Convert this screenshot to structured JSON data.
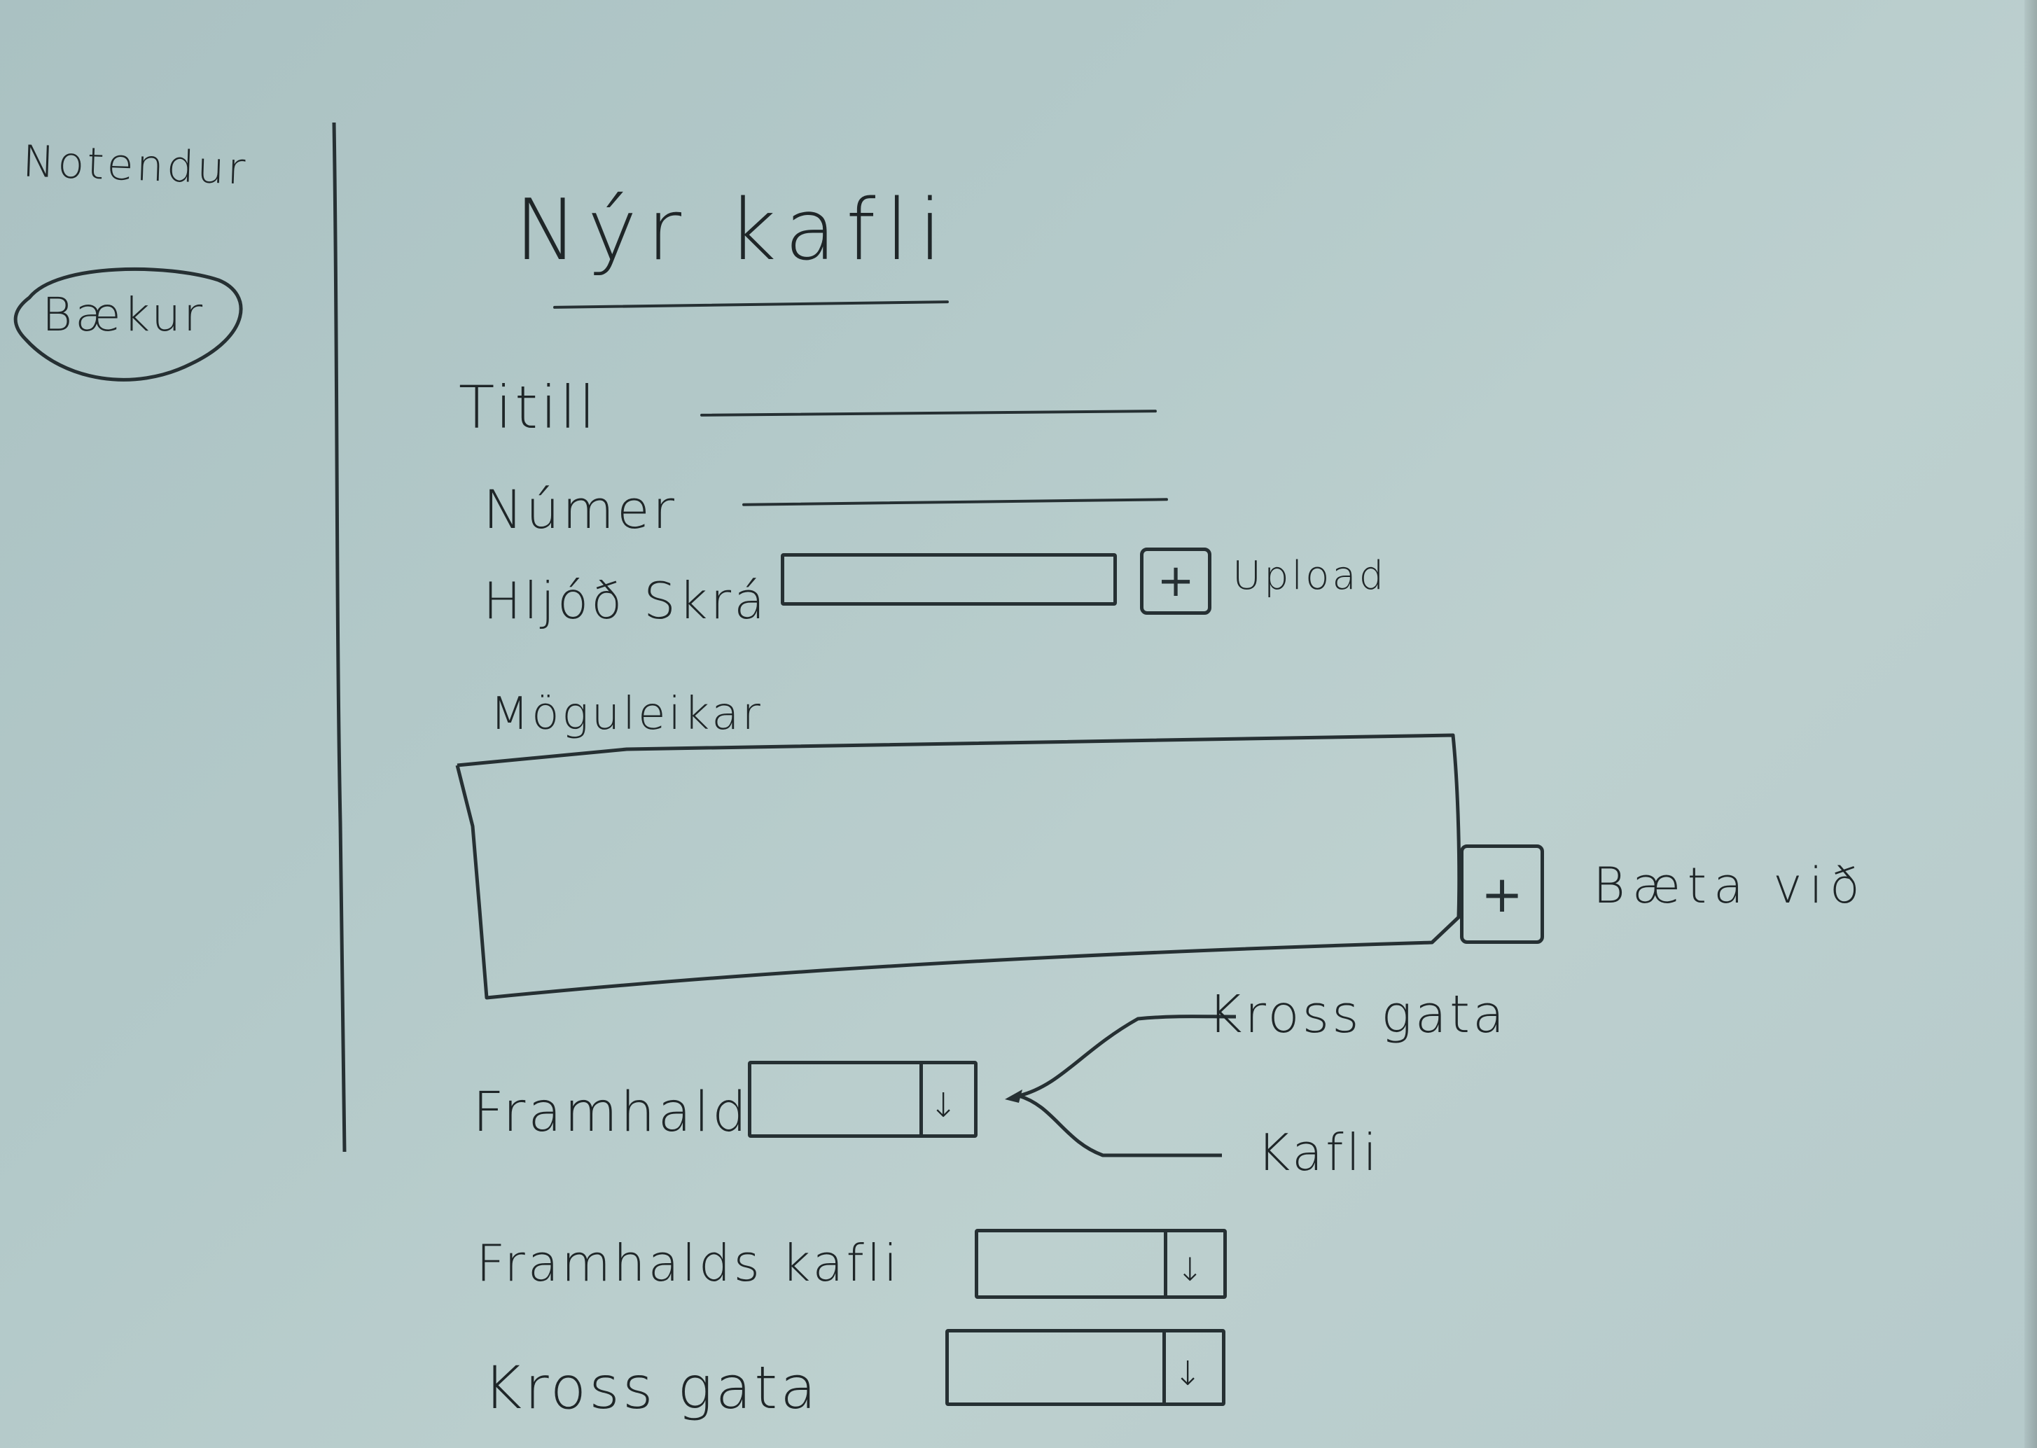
{
  "sidebar": {
    "items": [
      {
        "label": "Notendur",
        "selected": false
      },
      {
        "label": "Bækur",
        "selected": true
      }
    ]
  },
  "main": {
    "title": "Nýr kafli",
    "fields": {
      "title_label": "Titill",
      "number_label": "Númer",
      "audio_label": "Hljóð Skrá",
      "upload_label": "Upload",
      "options_label": "Möguleikar",
      "add_option_label": "Bæta við",
      "continuation_label": "Framhald",
      "continuation_options": [
        "Kross gata",
        "Kafli"
      ],
      "continuation_chapter_label": "Framhalds kafli",
      "crossroad_label": "Kross gata"
    }
  },
  "icons": {
    "upload": "plus-icon",
    "add_option": "plus-icon",
    "dropdown": "arrow-down-icon"
  }
}
